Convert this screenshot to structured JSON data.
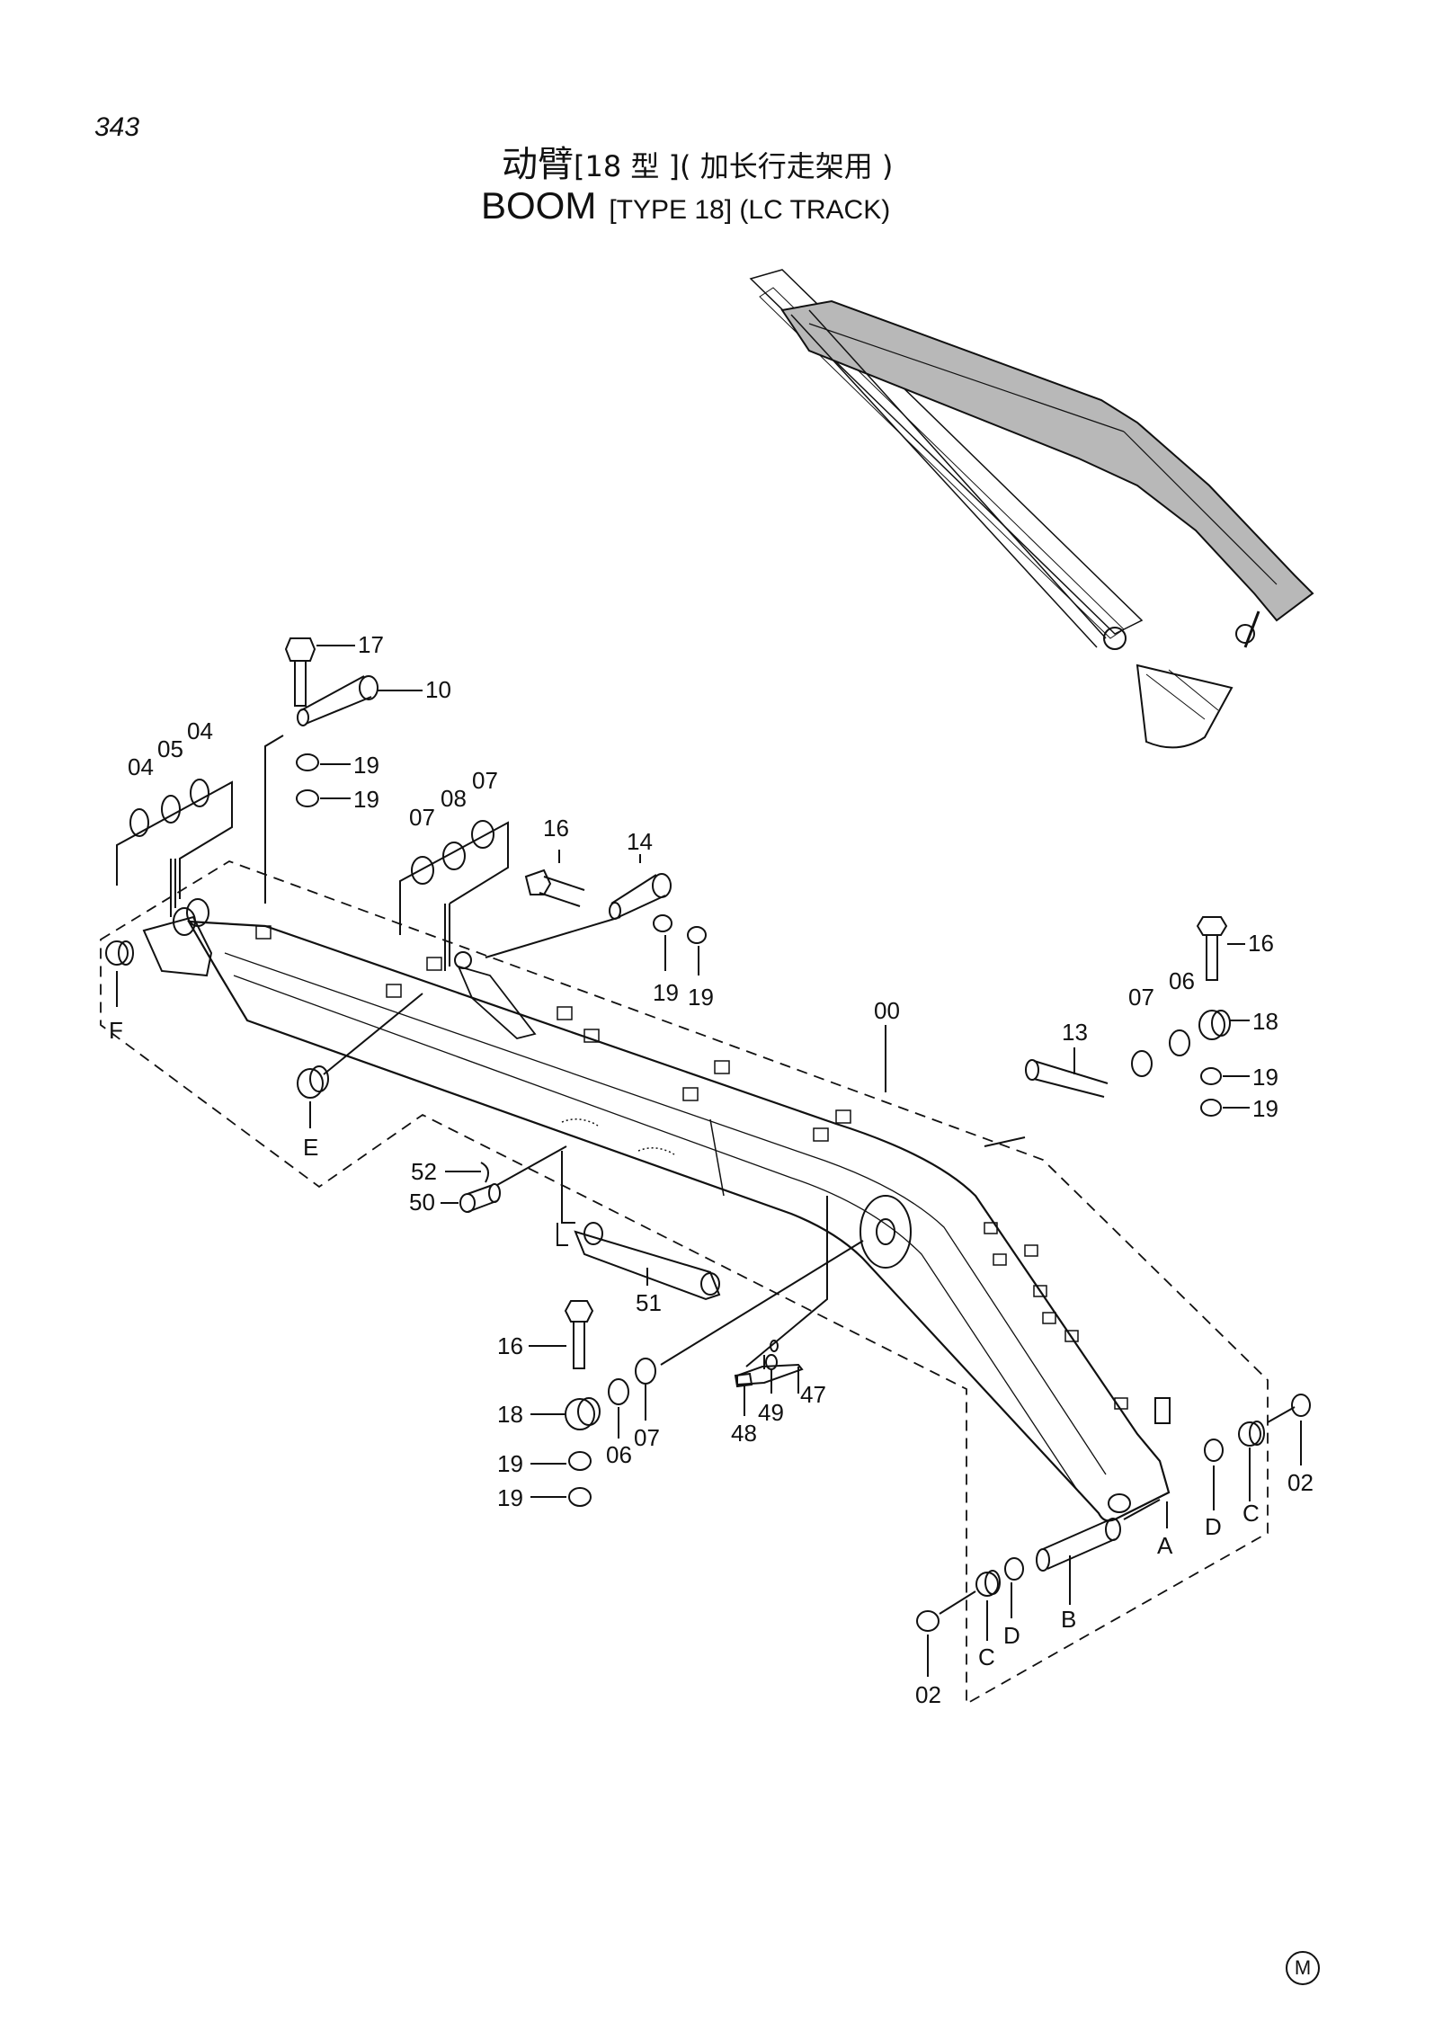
{
  "page_number": "343",
  "title": {
    "cn_main": "动臂",
    "cn_bracket": "[18 型 ]( 加长行走架用 )",
    "en_main": "BOOM",
    "en_suffix": "[TYPE 18] (LC  TRACK)"
  },
  "labels": {
    "l17": "17",
    "l10": "10",
    "l04a": "04",
    "l05": "05",
    "l04b": "04",
    "l19a": "19",
    "l19b": "19",
    "l07a": "07",
    "l08": "08",
    "l07b": "07",
    "l16a": "16",
    "l14": "14",
    "l19c": "19",
    "l19d": "19",
    "lF": "F",
    "lE": "E",
    "l52": "52",
    "l50": "50",
    "l51": "51",
    "l00": "00",
    "l16b": "16",
    "l07c": "07",
    "l06a": "06",
    "l18a": "18",
    "l13": "13",
    "l19e": "19",
    "l19f": "19",
    "l16c": "16",
    "l18b": "18",
    "l19g": "19",
    "l19h": "19",
    "l06b": "06",
    "l07d": "07",
    "l48": "48",
    "l49": "49",
    "l47": "47",
    "l02a": "02",
    "lDa": "D",
    "lCa": "C",
    "lA": "A",
    "lB": "B",
    "lCb": "C",
    "lDb": "D",
    "l02b": "02"
  },
  "manufacturer_mark": "M"
}
